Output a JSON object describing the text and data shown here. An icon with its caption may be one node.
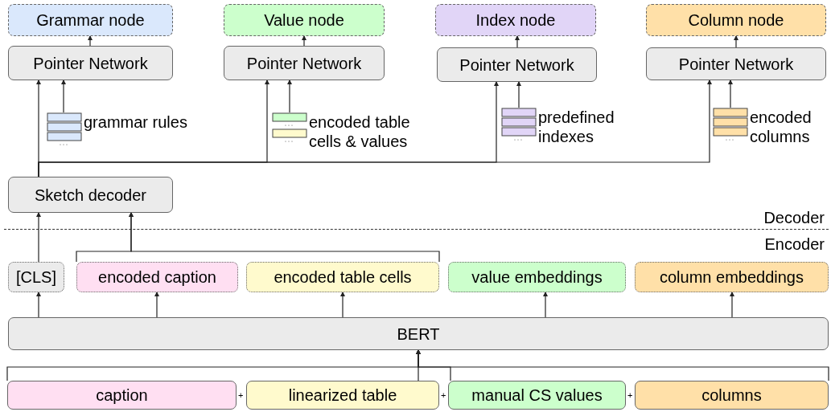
{
  "diagram": {
    "nodes": [
      {
        "text": [
          "Grammar node"
        ]
      },
      {
        "text": [
          "Value node"
        ]
      },
      {
        "text": [
          "Index node"
        ]
      },
      {
        "text": [
          "Column node"
        ]
      },
      {
        "text": [
          "Pointer Network"
        ]
      },
      {
        "text": [
          "Pointer Network"
        ]
      },
      {
        "text": [
          "Pointer Network"
        ]
      },
      {
        "text": [
          "Pointer Network"
        ]
      },
      {
        "text": [
          "grammar rules"
        ]
      },
      {
        "text": [
          "encoded table cells & values"
        ]
      },
      {
        "text": [
          "predefined indexes"
        ]
      },
      {
        "text": [
          "encoded columns"
        ]
      },
      {
        "text": [
          "Sketch decoder"
        ]
      },
      {
        "text": [
          "[CLS]"
        ]
      },
      {
        "text": [
          "encoded caption"
        ]
      },
      {
        "text": [
          "encoded table cells"
        ]
      },
      {
        "text": [
          "value embeddings"
        ]
      },
      {
        "text": [
          "column embeddings"
        ]
      },
      {
        "text": [
          "BERT"
        ]
      },
      {
        "text": [
          "caption"
        ]
      },
      {
        "text": [
          "linearized table"
        ]
      },
      {
        "text": [
          "manual CS values"
        ]
      },
      {
        "text": [
          "columns"
        ]
      }
    ],
    "edges": [
      {
        "from": 4,
        "to": 0,
        "arrow": "to"
      },
      {
        "from": 5,
        "to": 1,
        "arrow": "to"
      },
      {
        "from": 6,
        "to": 2,
        "arrow": "to"
      },
      {
        "from": 7,
        "to": 3,
        "arrow": "to"
      },
      {
        "from": 8,
        "to": 4,
        "arrow": "to"
      },
      {
        "from": 9,
        "to": 5,
        "arrow": "to"
      },
      {
        "from": 10,
        "to": 6,
        "arrow": "to"
      },
      {
        "from": 11,
        "to": 7,
        "arrow": "to"
      },
      {
        "from": 12,
        "to": 4,
        "arrow": "to"
      },
      {
        "from": 12,
        "to": 5,
        "arrow": "to"
      },
      {
        "from": 12,
        "to": 6,
        "arrow": "to"
      },
      {
        "from": 12,
        "to": 7,
        "arrow": "to"
      },
      {
        "from": 13,
        "to": 12,
        "arrow": "to"
      },
      {
        "from": 14,
        "to": 12,
        "arrow": "to"
      },
      {
        "from": 15,
        "to": 12,
        "arrow": "to"
      },
      {
        "from": 18,
        "to": 13,
        "arrow": "to"
      },
      {
        "from": 18,
        "to": 14,
        "arrow": "to"
      },
      {
        "from": 18,
        "to": 15,
        "arrow": "to"
      },
      {
        "from": 18,
        "to": 16,
        "arrow": "to"
      },
      {
        "from": 18,
        "to": 17,
        "arrow": "to"
      },
      {
        "from": 19,
        "to": 18,
        "arrow": "to"
      },
      {
        "from": 20,
        "to": 18,
        "arrow": "to"
      },
      {
        "from": 21,
        "to": 18,
        "arrow": "to"
      },
      {
        "from": 22,
        "to": 18,
        "arrow": "to"
      }
    ],
    "labels": [
      "Decoder",
      "Encoder",
      "+",
      "+",
      "+"
    ]
  }
}
